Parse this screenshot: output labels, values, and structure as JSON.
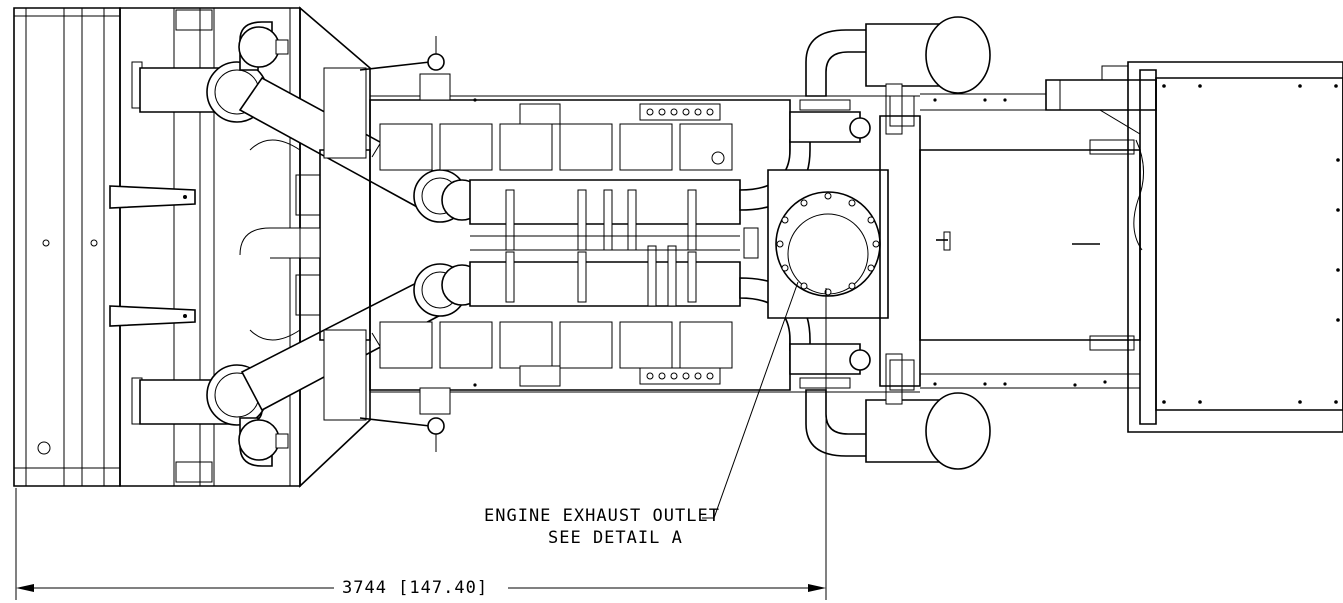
{
  "callout": {
    "line1": "ENGINE EXHAUST OUTLET",
    "line2": "SEE DETAIL A"
  },
  "dimension": {
    "label": "3744 [147.40]"
  }
}
